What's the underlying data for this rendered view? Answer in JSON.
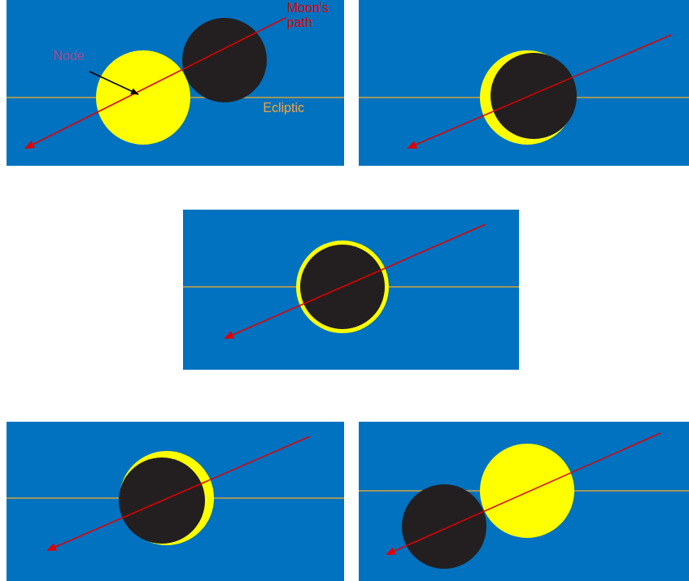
{
  "diagram": {
    "labels": [
      "Node",
      "Moon's path",
      "Ecliptic"
    ]
  }
}
